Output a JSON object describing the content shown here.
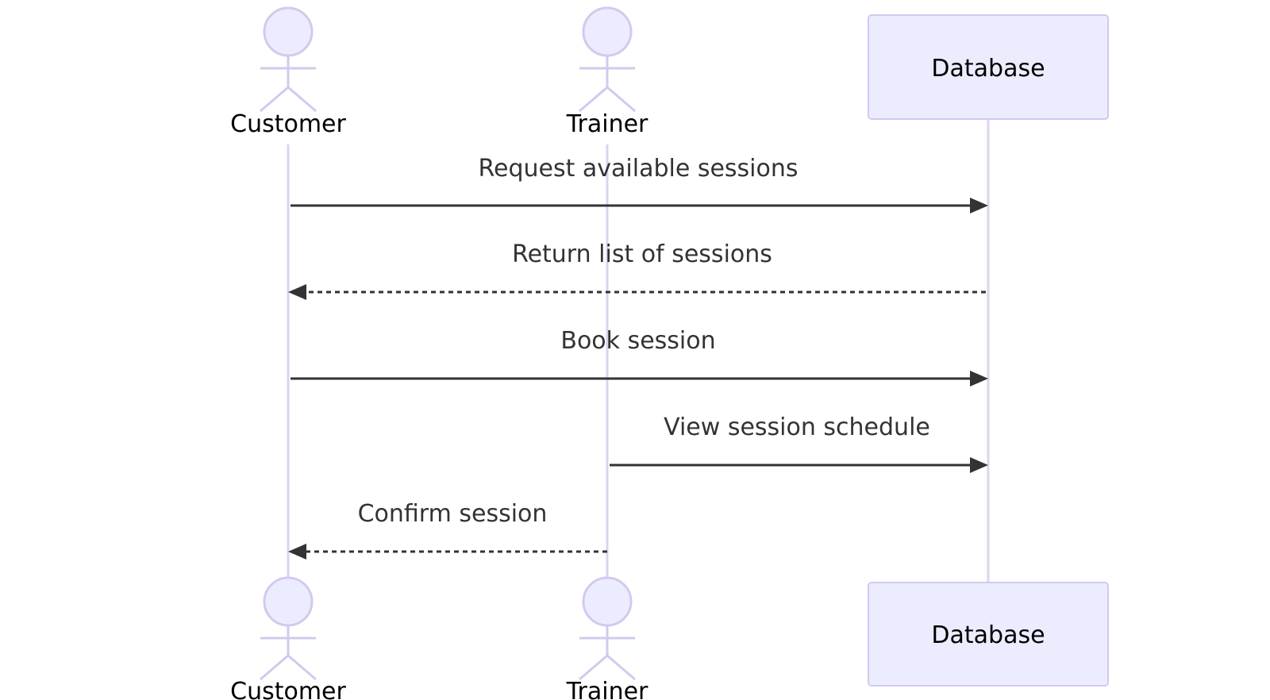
{
  "diagram": {
    "type": "sequence",
    "participants": [
      {
        "id": "customer",
        "label": "Customer",
        "kind": "actor"
      },
      {
        "id": "trainer",
        "label": "Trainer",
        "kind": "actor"
      },
      {
        "id": "database",
        "label": "Database",
        "kind": "participant"
      }
    ],
    "messages": [
      {
        "from": "customer",
        "to": "database",
        "text": "Request available sessions",
        "style": "solid"
      },
      {
        "from": "database",
        "to": "customer",
        "text": "Return list of sessions",
        "style": "dotted"
      },
      {
        "from": "customer",
        "to": "database",
        "text": "Book session",
        "style": "solid"
      },
      {
        "from": "trainer",
        "to": "database",
        "text": "View session schedule",
        "style": "solid"
      },
      {
        "from": "trainer",
        "to": "customer",
        "text": "Confirm session",
        "style": "dotted"
      }
    ],
    "colors": {
      "actor_fill": "#ececff",
      "actor_stroke": "#d3c9ee",
      "lifeline": "#dcd3f0",
      "message": "#333333"
    }
  }
}
